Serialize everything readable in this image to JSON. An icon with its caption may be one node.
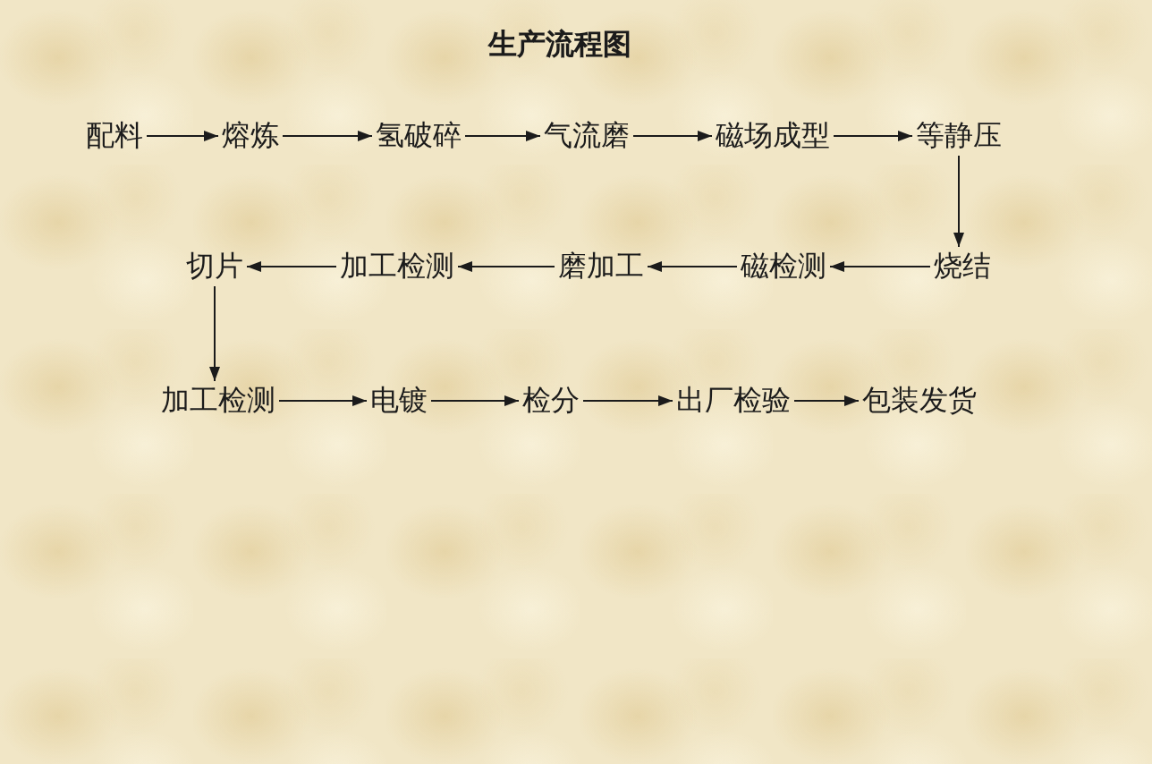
{
  "diagram": {
    "title": "生产流程图",
    "nodes": [
      {
        "text": [
          "配料"
        ]
      },
      {
        "text": [
          "熔炼"
        ]
      },
      {
        "text": [
          "氢破碎"
        ]
      },
      {
        "text": [
          "气流磨"
        ]
      },
      {
        "text": [
          "磁场成型"
        ]
      },
      {
        "text": [
          "等静压"
        ]
      },
      {
        "text": [
          "烧结"
        ]
      },
      {
        "text": [
          "磁检测"
        ]
      },
      {
        "text": [
          "磨加工"
        ]
      },
      {
        "text": [
          "加工检测"
        ]
      },
      {
        "text": [
          "切片"
        ]
      },
      {
        "text": [
          "加工检测"
        ]
      },
      {
        "text": [
          "电镀"
        ]
      },
      {
        "text": [
          "检分"
        ]
      },
      {
        "text": [
          "出厂检验"
        ]
      },
      {
        "text": [
          "包装发货"
        ]
      }
    ],
    "edges": [
      {
        "from": 0,
        "to": 1,
        "arrow": "to"
      },
      {
        "from": 1,
        "to": 2,
        "arrow": "to"
      },
      {
        "from": 2,
        "to": 3,
        "arrow": "to"
      },
      {
        "from": 3,
        "to": 4,
        "arrow": "to"
      },
      {
        "from": 4,
        "to": 5,
        "arrow": "to"
      },
      {
        "from": 5,
        "to": 6,
        "arrow": "to"
      },
      {
        "from": 6,
        "to": 7,
        "arrow": "to"
      },
      {
        "from": 7,
        "to": 8,
        "arrow": "to"
      },
      {
        "from": 8,
        "to": 9,
        "arrow": "to"
      },
      {
        "from": 9,
        "to": 10,
        "arrow": "to"
      },
      {
        "from": 10,
        "to": 11,
        "arrow": "to"
      },
      {
        "from": 11,
        "to": 12,
        "arrow": "to"
      },
      {
        "from": 12,
        "to": 13,
        "arrow": "to"
      },
      {
        "from": 13,
        "to": 14,
        "arrow": "to"
      },
      {
        "from": 14,
        "to": 15,
        "arrow": "to"
      }
    ]
  }
}
